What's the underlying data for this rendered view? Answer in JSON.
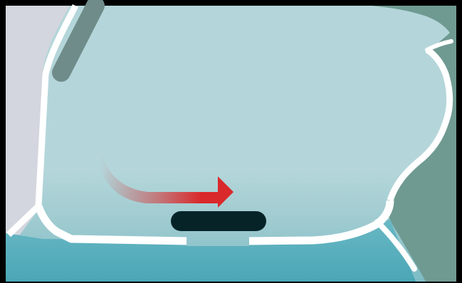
{
  "diagram": {
    "type": "illustration",
    "colors": {
      "background": "#000000",
      "left_wall": "#d3d6de",
      "right_rock": "#6f9a92",
      "chamber_air": "#b4d6da",
      "water_light": "#9fcbd0",
      "water_deep": "#55aebc",
      "outline": "#ffffff",
      "flow_arrow": "#d9292b",
      "bar": "#062428",
      "pipe": "#6f8c8a"
    },
    "elements": {
      "flow_arrow": {
        "direction": "right"
      },
      "pipe": {
        "direction": "diagonal-down-left"
      },
      "bar": {
        "shape": "rounded-rectangle"
      },
      "floor_gap": {
        "present": true
      }
    }
  }
}
